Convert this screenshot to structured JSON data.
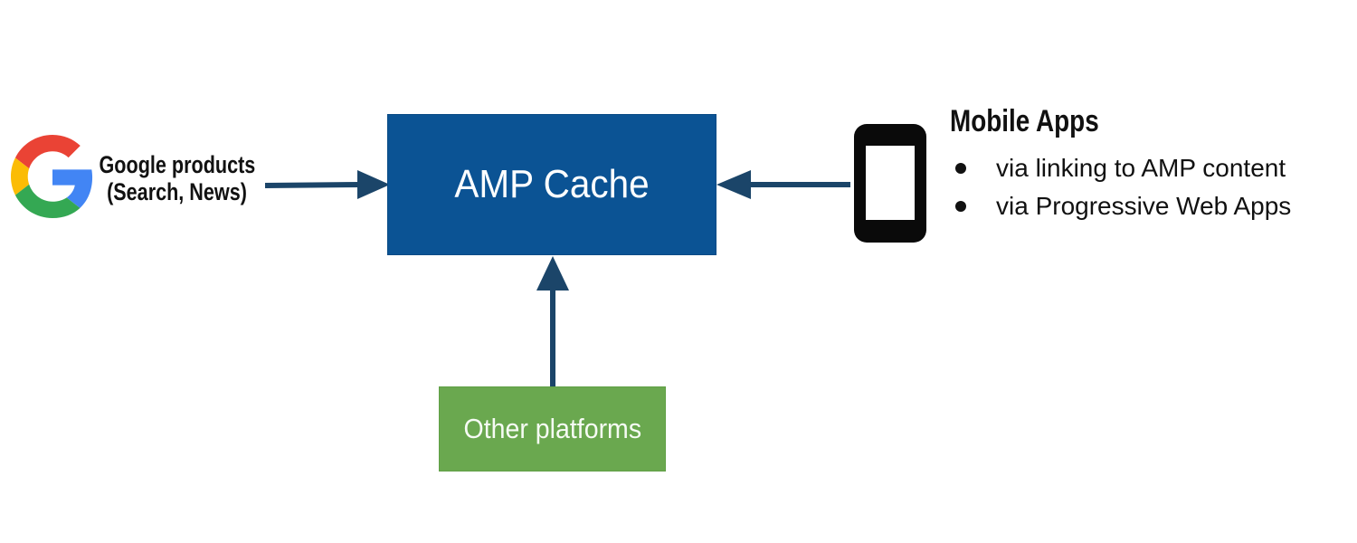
{
  "diagram": {
    "title_context": "AMP Cache distribution diagram",
    "google_source": {
      "icon": "google-g-logo",
      "label_line1": "Google products",
      "label_line2": "(Search, News)",
      "logo_colors": {
        "red": "#EA4335",
        "blue": "#4285F4",
        "yellow": "#FBBC05",
        "green": "#34A853"
      }
    },
    "amp_cache_node": {
      "label": "AMP Cache",
      "fill": "#0b5394",
      "text_color": "#ffffff"
    },
    "other_platforms_node": {
      "label": "Other platforms",
      "fill": "#6aa84f",
      "text_color": "#ffffff"
    },
    "mobile_apps": {
      "icon": "smartphone",
      "title": "Mobile Apps",
      "bullets": [
        "via linking to AMP content",
        "via Progressive Web Apps"
      ]
    },
    "arrows": {
      "color": "#1b4569",
      "items": [
        {
          "from": "google-products",
          "to": "amp-cache",
          "direction": "right"
        },
        {
          "from": "mobile-apps",
          "to": "amp-cache",
          "direction": "left"
        },
        {
          "from": "other-platforms",
          "to": "amp-cache",
          "direction": "up"
        }
      ]
    }
  }
}
